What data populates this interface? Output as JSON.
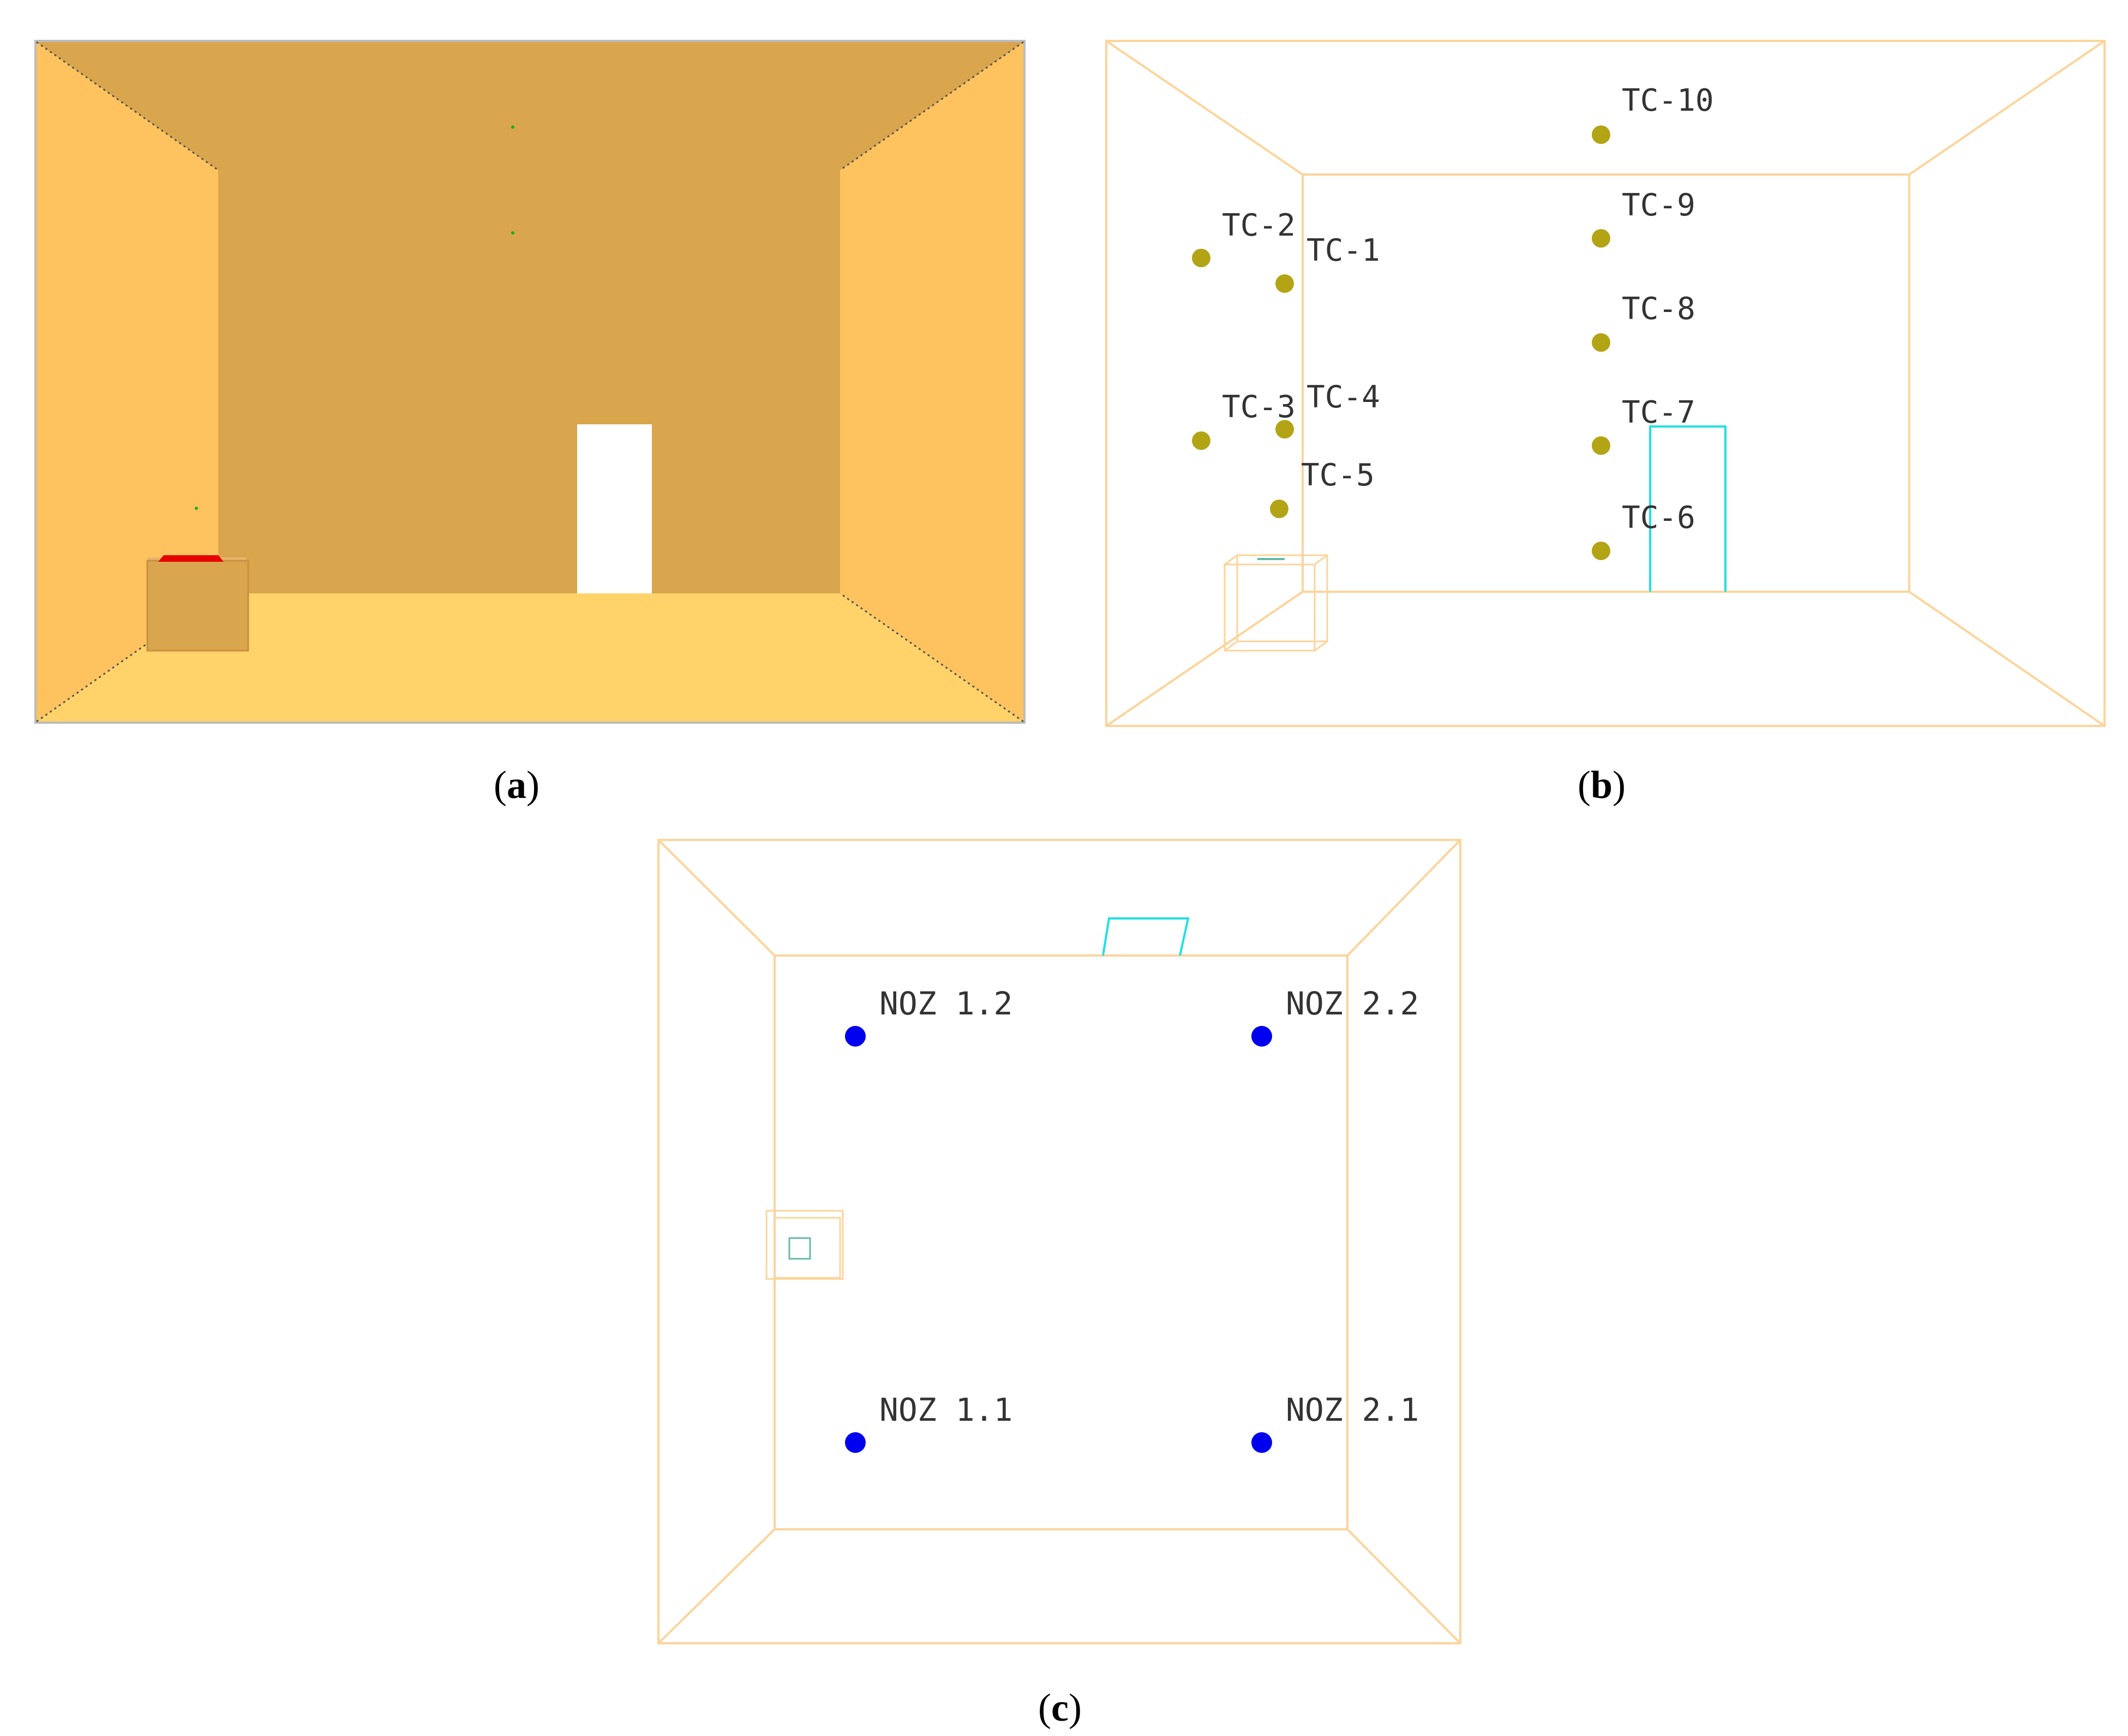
{
  "colors": {
    "wall_back": "#d9a54d",
    "wall_side": "#fec35f",
    "floor": "#ffd36a",
    "ceiling": "#d9a54d",
    "outline": "#fdd49a",
    "door": "#ffffff",
    "door_outline_cyan": "#22e0e0",
    "burner_red": "#e60000",
    "thermocouple": "#b3a416",
    "nozzle": "#0000ee",
    "label_text": "#333333"
  },
  "panels": {
    "a": {
      "caption_letter": "a"
    },
    "b": {
      "caption_letter": "b",
      "thermocouples": [
        {
          "label": "TC-1"
        },
        {
          "label": "TC-2"
        },
        {
          "label": "TC-3"
        },
        {
          "label": "TC-4"
        },
        {
          "label": "TC-5"
        },
        {
          "label": "TC-6"
        },
        {
          "label": "TC-7"
        },
        {
          "label": "TC-8"
        },
        {
          "label": "TC-9"
        },
        {
          "label": "TC-10"
        }
      ]
    },
    "c": {
      "caption_letter": "c",
      "nozzles": [
        {
          "label": "NOZ 1.2"
        },
        {
          "label": "NOZ 2.2"
        },
        {
          "label": "NOZ 1.1"
        },
        {
          "label": "NOZ 2.1"
        }
      ]
    }
  }
}
